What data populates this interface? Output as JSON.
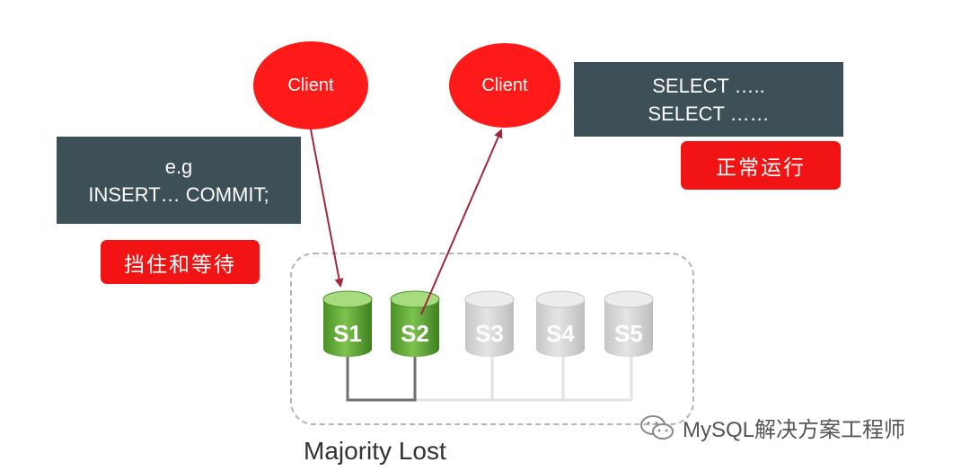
{
  "clients": [
    {
      "label": "Client"
    },
    {
      "label": "Client"
    }
  ],
  "left_box": {
    "line1": "e.g",
    "line2": "INSERT… COMMIT;"
  },
  "right_box": {
    "line1": "SELECT …..",
    "line2": "SELECT ……"
  },
  "left_tag": "挡住和等待",
  "right_tag": "正常运行",
  "servers": [
    {
      "label": "S1",
      "active": true
    },
    {
      "label": "S2",
      "active": true
    },
    {
      "label": "S3",
      "active": false
    },
    {
      "label": "S4",
      "active": false
    },
    {
      "label": "S5",
      "active": false
    }
  ],
  "caption": "Majority Lost",
  "watermark": "MySQL解决方案工程师",
  "colors": {
    "client_red": "#ff1a1a",
    "box_slate": "#3d5058",
    "tag_red": "#f21414",
    "server_active": "#5aa832",
    "server_inactive": "#d4d4d4",
    "arrow": "#a0283c"
  }
}
